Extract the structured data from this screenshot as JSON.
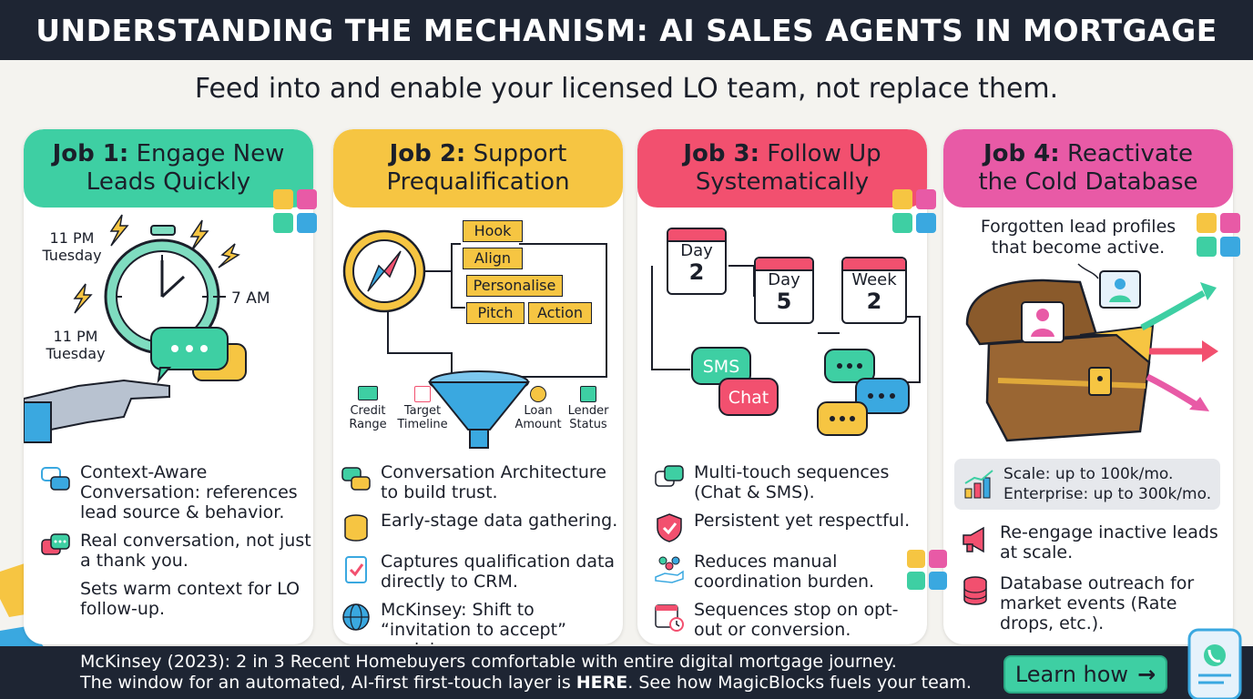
{
  "header": {
    "title": "UNDERSTANDING THE MECHANISM: AI SALES AGENTS IN MORTGAGE",
    "subtitle": "Feed into and enable your licensed LO team, not replace them."
  },
  "cards": [
    {
      "job_label": "Job 1:",
      "title_line1": "Engage New",
      "title_line2": "Leads Quickly",
      "clock_labels": {
        "top_time": "11 PM",
        "top_day": "Tuesday",
        "right_time": "7 AM",
        "bottom_time": "11 PM",
        "bottom_day": "Tuesday"
      },
      "bullets": [
        {
          "icon": "chat-bubbles-icon",
          "text": "Context-Aware Conversation: references lead source & behavior."
        },
        {
          "icon": "dots-chat-icon",
          "text": "Real conversation, not just a thank you."
        },
        {
          "icon": "",
          "text": "Sets warm context for LO follow-up."
        }
      ]
    },
    {
      "job_label": "Job 2:",
      "title_line1": "Support",
      "title_line2": "Prequalification",
      "flow_steps": [
        "Hook",
        "Align",
        "Personalise",
        "Pitch",
        "Action"
      ],
      "data_items": [
        {
          "icon": "credit-card-icon",
          "line1": "Credit",
          "line2": "Range"
        },
        {
          "icon": "calendar-icon",
          "line1": "Target",
          "line2": "Timeline"
        },
        {
          "icon": "money-bag-icon",
          "line1": "Loan",
          "line2": "Amount"
        },
        {
          "icon": "map-icon",
          "line1": "Lender",
          "line2": "Status"
        }
      ],
      "bullets": [
        {
          "icon": "chat-bubbles-icon",
          "text": "Conversation Architecture to build trust."
        },
        {
          "icon": "database-coins-icon",
          "text": "Early-stage data gathering."
        },
        {
          "icon": "clipboard-check-icon",
          "text": "Captures qualification data directly to CRM."
        },
        {
          "icon": "globe-icon",
          "text": "McKinsey: Shift to “invitation to accept” model."
        }
      ]
    },
    {
      "job_label": "Job 3:",
      "title_line1": "Follow Up",
      "title_line2": "Systematically",
      "calendars": [
        {
          "top": "Day",
          "num": "2"
        },
        {
          "top": "Day",
          "num": "5"
        },
        {
          "top": "Week",
          "num": "2"
        }
      ],
      "channel_labels": {
        "sms": "SMS",
        "chat": "Chat"
      },
      "bullets": [
        {
          "icon": "chat-bubbles-icon",
          "text": "Multi-touch sequences (Chat & SMS)."
        },
        {
          "icon": "shield-check-icon",
          "text": "Persistent yet respectful."
        },
        {
          "icon": "team-hand-icon",
          "text": "Reduces manual coordination burden."
        },
        {
          "icon": "calendar-clock-icon",
          "text": "Sequences stop on opt-out or conversion."
        }
      ]
    },
    {
      "job_label": "Job 4:",
      "title_line1": "Reactivate",
      "title_line2": "the Cold Database",
      "caption_line1": "Forgotten lead profiles",
      "caption_line2": "that become active.",
      "stat_line1": "Scale: up to 100k/mo.",
      "stat_line2": "Enterprise: up to 300k/mo.",
      "bullets": [
        {
          "icon": "megaphone-icon",
          "text": "Re-engage inactive leads at scale."
        },
        {
          "icon": "database-icon",
          "text": "Database outreach for market events (Rate drops, etc.)."
        }
      ]
    }
  ],
  "footer": {
    "line1": "McKinsey (2023): 2 in 3 Recent Homebuyers comfortable with entire digital mortgage journey.",
    "line2_pre": "The window for an automated, AI-first first-touch layer is ",
    "line2_bold": "HERE",
    "line2_post": ". See how MagicBlocks fuels your team.",
    "cta_label": "Learn how",
    "cta_arrow": "→"
  },
  "colors": {
    "navy": "#1e2533",
    "teal": "#3ecfa3",
    "yellow": "#f6c542",
    "red": "#f2506f",
    "pink": "#e85aa6",
    "blue": "#3aa8e0"
  }
}
